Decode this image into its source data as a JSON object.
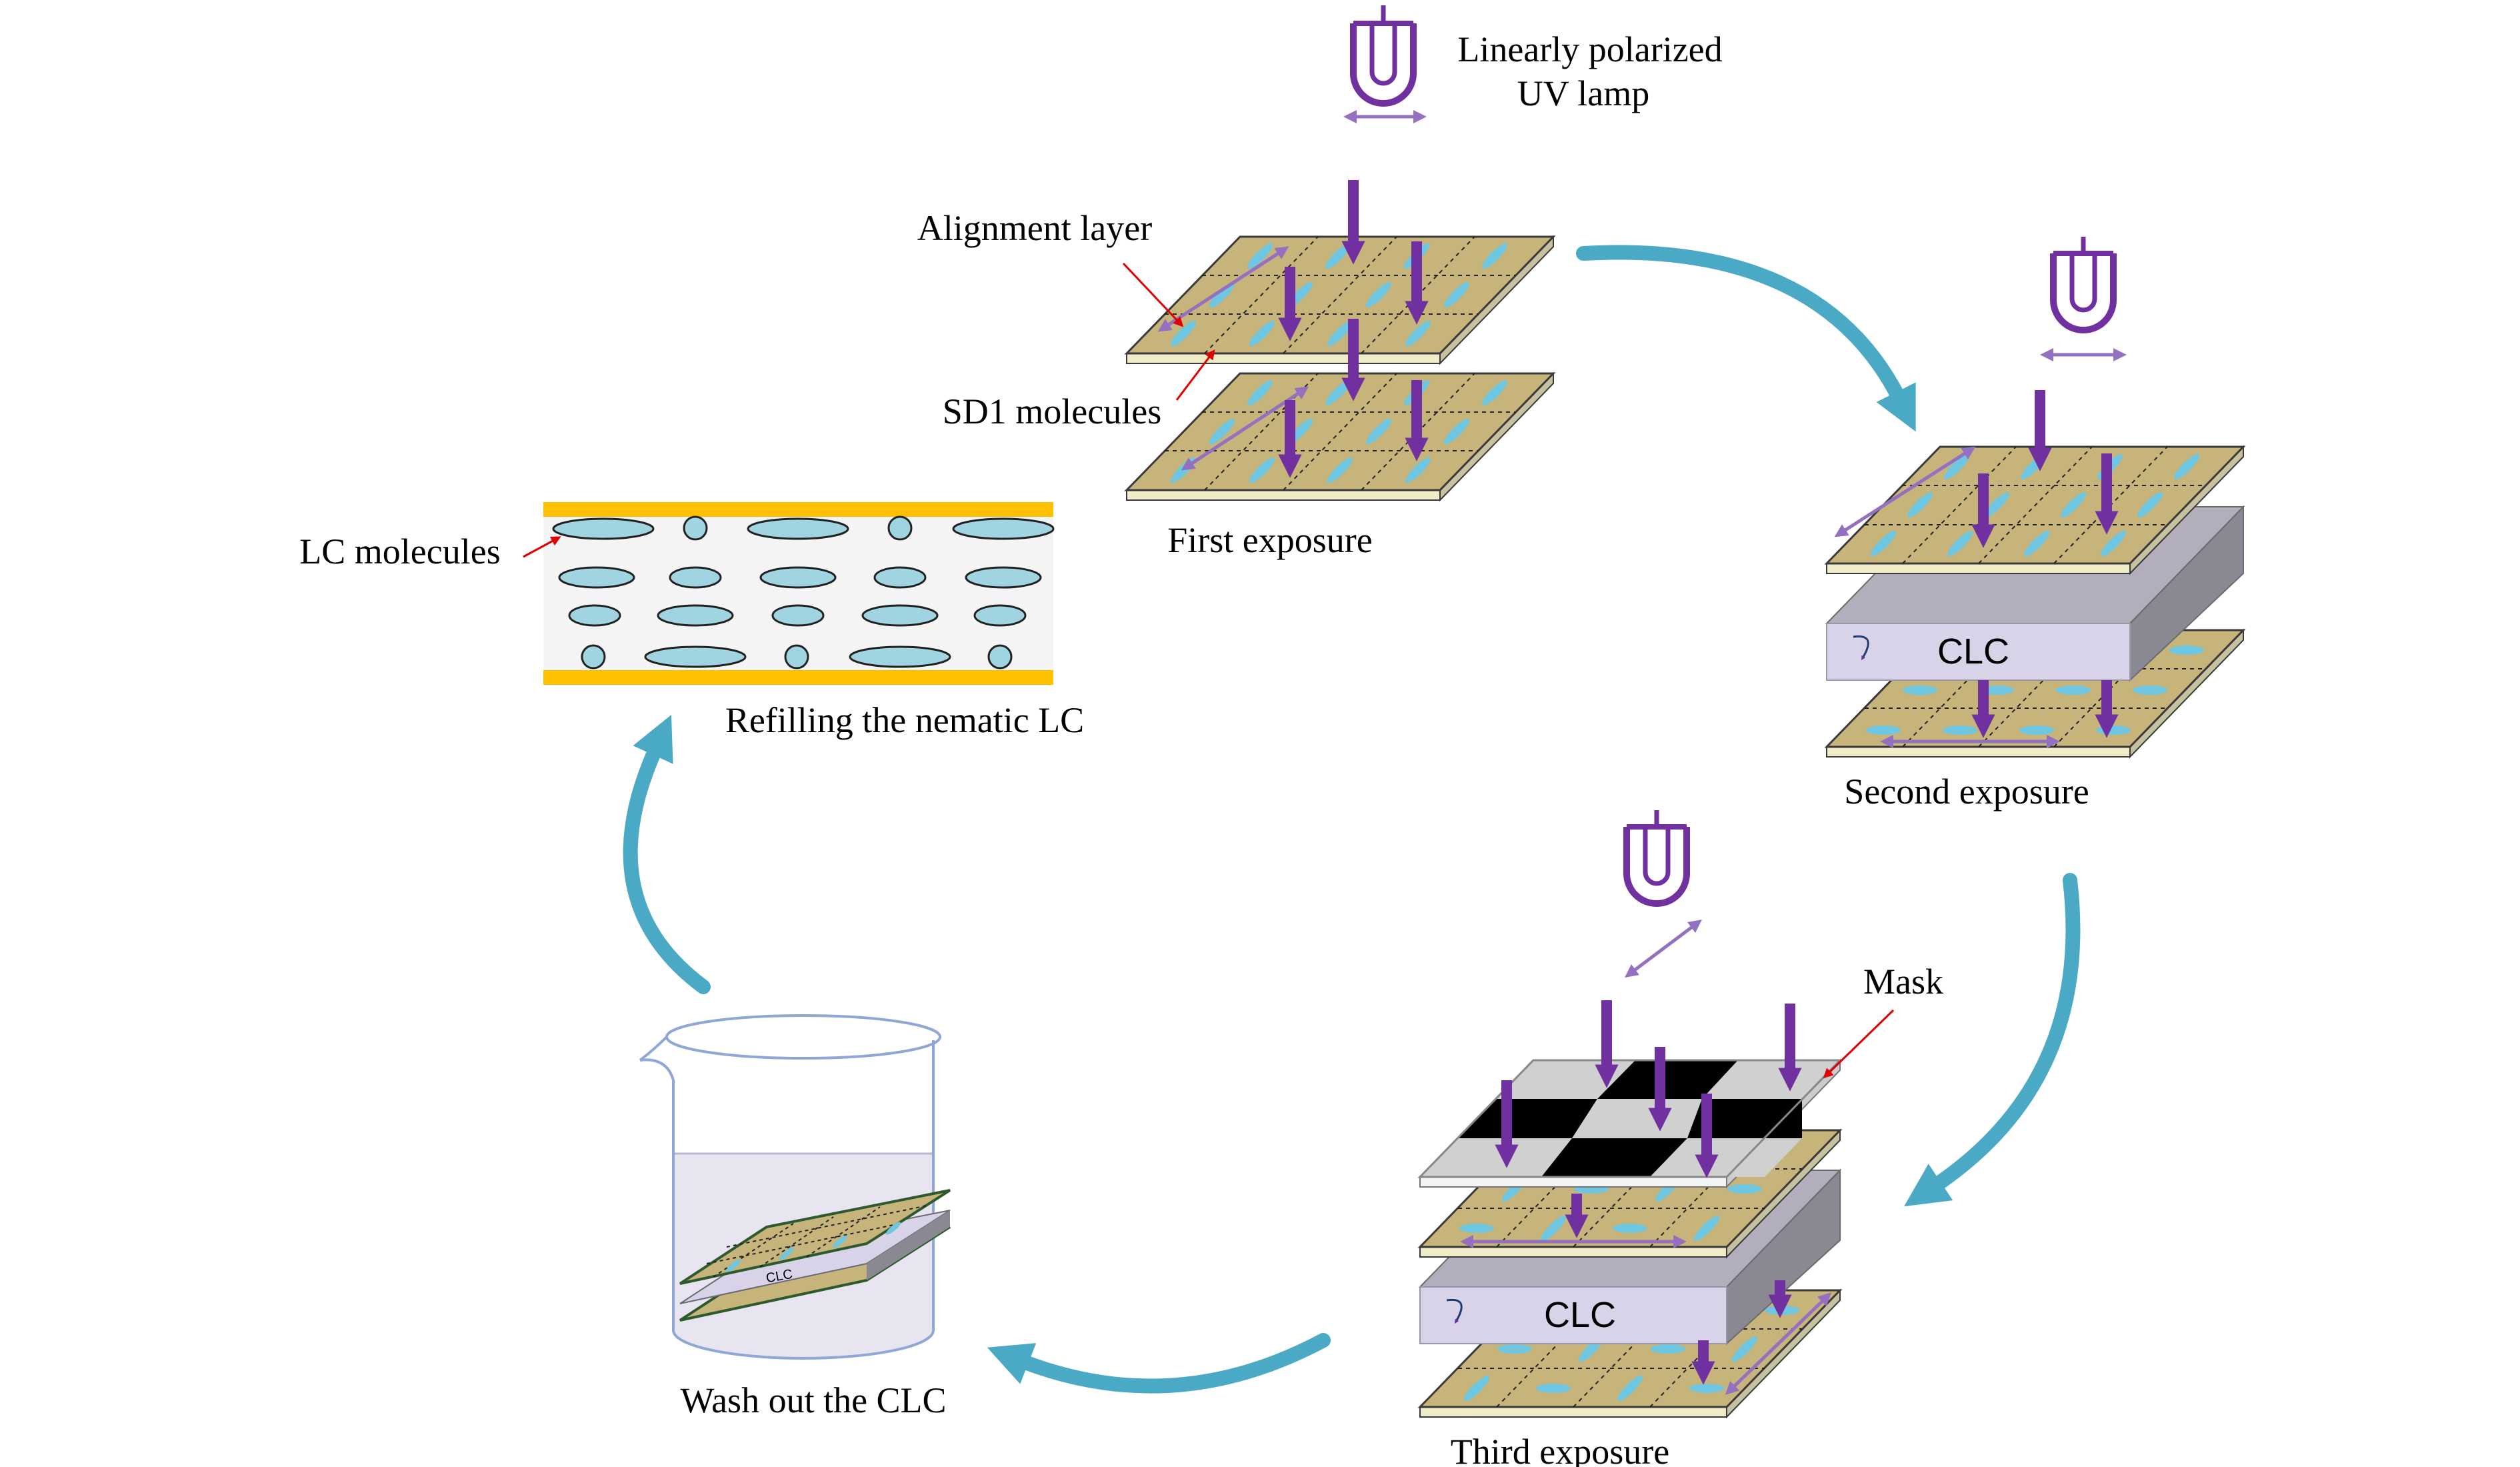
{
  "labels": {
    "lamp_line1": "Linearly polarized",
    "lamp_line2": "UV lamp",
    "alignment_layer": "Alignment layer",
    "sd1_molecules": "SD1 molecules",
    "first_exposure": "First exposure",
    "second_exposure": "Second exposure",
    "third_exposure": "Third exposure",
    "mask": "Mask",
    "lc_molecules": "LC molecules",
    "refilling": "Refilling the nematic LC",
    "wash_out": "Wash out the CLC",
    "clc": "CLC"
  },
  "colors": {
    "cycle_arrow": "#4aa9c4",
    "uv_arrow": "#7030a0",
    "polarization": "#9370c0",
    "substrate": "#c6b47a",
    "sd1": "#6ec6e0",
    "clc_front": "#d9d3ea",
    "clc_top": "#b2aebb",
    "clc_side": "#8a8891",
    "electrode": "#ffc000",
    "lc_fill": "#9fd4e0",
    "callout": "#e00000"
  }
}
